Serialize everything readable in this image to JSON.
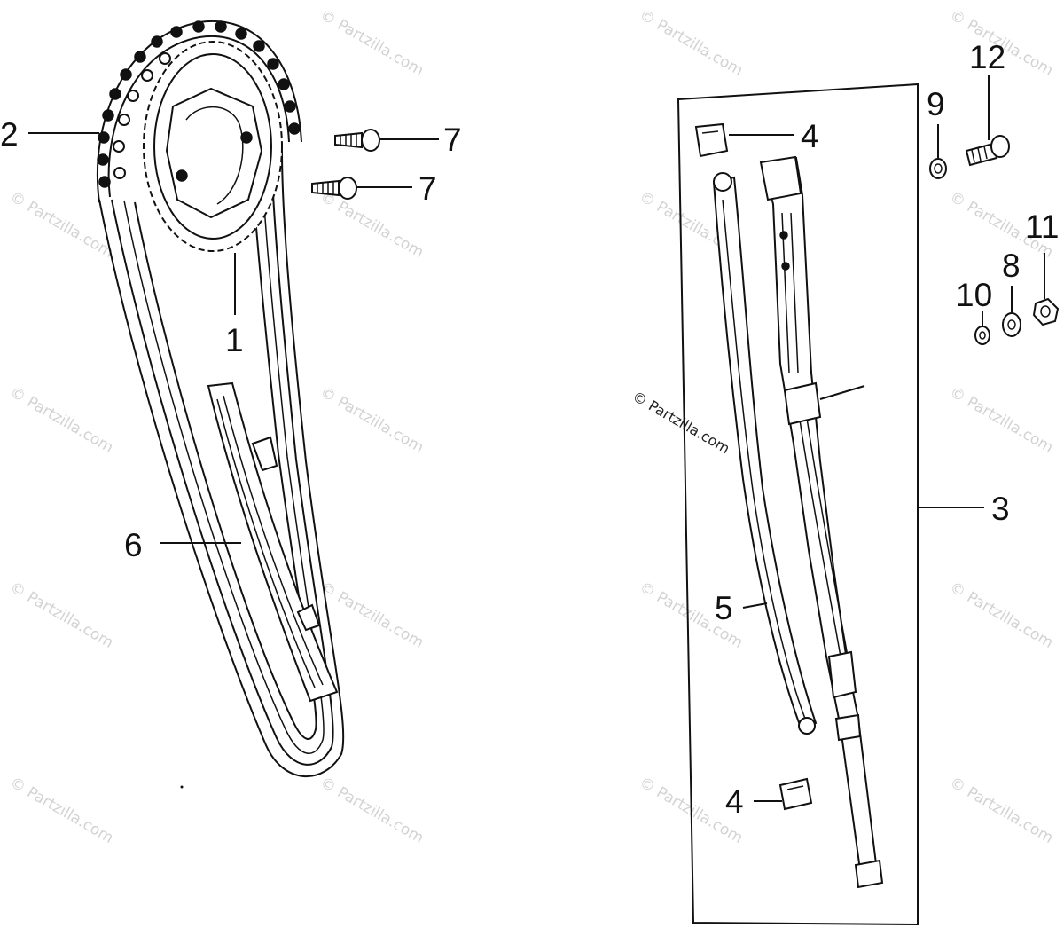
{
  "watermark": "© Partzilla.com",
  "callouts": {
    "c1": "1",
    "c2": "2",
    "c3": "3",
    "c4a": "4",
    "c4b": "4",
    "c5": "5",
    "c6": "6",
    "c7a": "7",
    "c7b": "7",
    "c8": "8",
    "c9": "9",
    "c10": "10",
    "c11": "11",
    "c12": "12"
  },
  "parts": [
    {
      "ref": "1",
      "name": "cam-sprocket"
    },
    {
      "ref": "2",
      "name": "cam-chain"
    },
    {
      "ref": "3",
      "name": "cam-chain-tensioner-assembly"
    },
    {
      "ref": "4",
      "name": "tensioner-slipper-clip"
    },
    {
      "ref": "5",
      "name": "tensioner-slipper"
    },
    {
      "ref": "6",
      "name": "cam-chain-guide"
    },
    {
      "ref": "7",
      "name": "sprocket-bolt"
    },
    {
      "ref": "8",
      "name": "washer"
    },
    {
      "ref": "9",
      "name": "washer"
    },
    {
      "ref": "10",
      "name": "washer"
    },
    {
      "ref": "11",
      "name": "nut"
    },
    {
      "ref": "12",
      "name": "bolt"
    }
  ]
}
